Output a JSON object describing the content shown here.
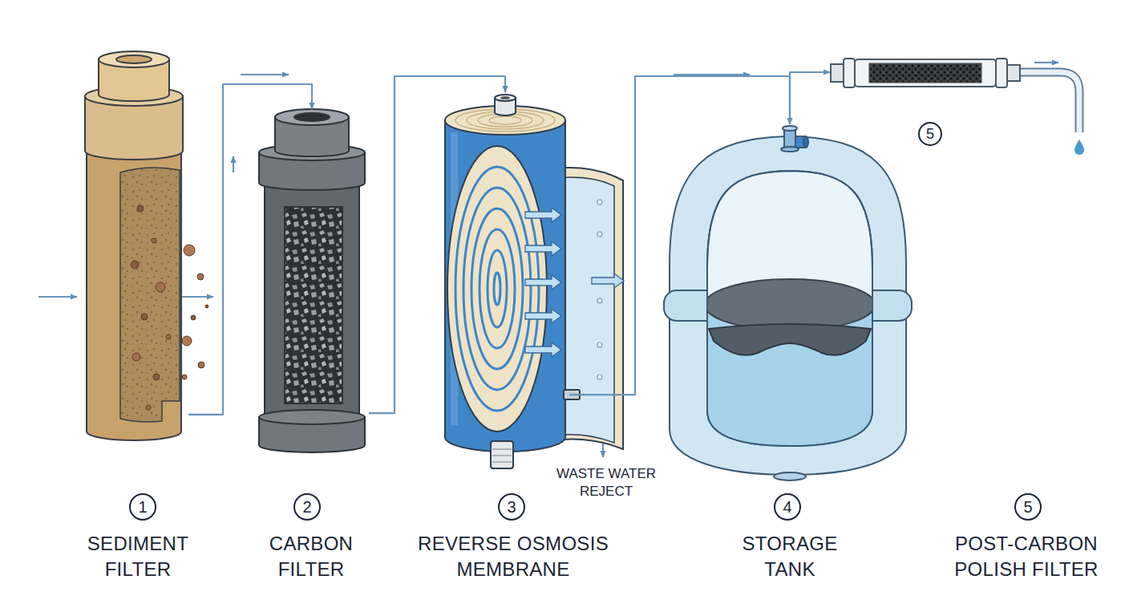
{
  "diagram": {
    "nodes": [
      {
        "text": [
          "1",
          "SEDIMENT FILTER"
        ]
      },
      {
        "text": [
          "2",
          "CARBON FILTER"
        ]
      },
      {
        "text": [
          "3",
          "REVERSE OSMOSIS MEMBRANE"
        ]
      },
      {
        "text": [
          "4",
          "STORAGE TANK"
        ]
      },
      {
        "text": [
          "5",
          "POST-CARBON POLISH FILTER"
        ]
      }
    ],
    "edges": [
      {
        "from": 0,
        "to": 1,
        "arrow": "to"
      },
      {
        "from": 1,
        "to": 2,
        "arrow": "to"
      },
      {
        "from": 2,
        "to": 3,
        "arrow": "to"
      },
      {
        "from": 3,
        "to": 4,
        "arrow": "to"
      }
    ],
    "labels": [
      "WASTE WATER REJECT",
      "5"
    ]
  }
}
